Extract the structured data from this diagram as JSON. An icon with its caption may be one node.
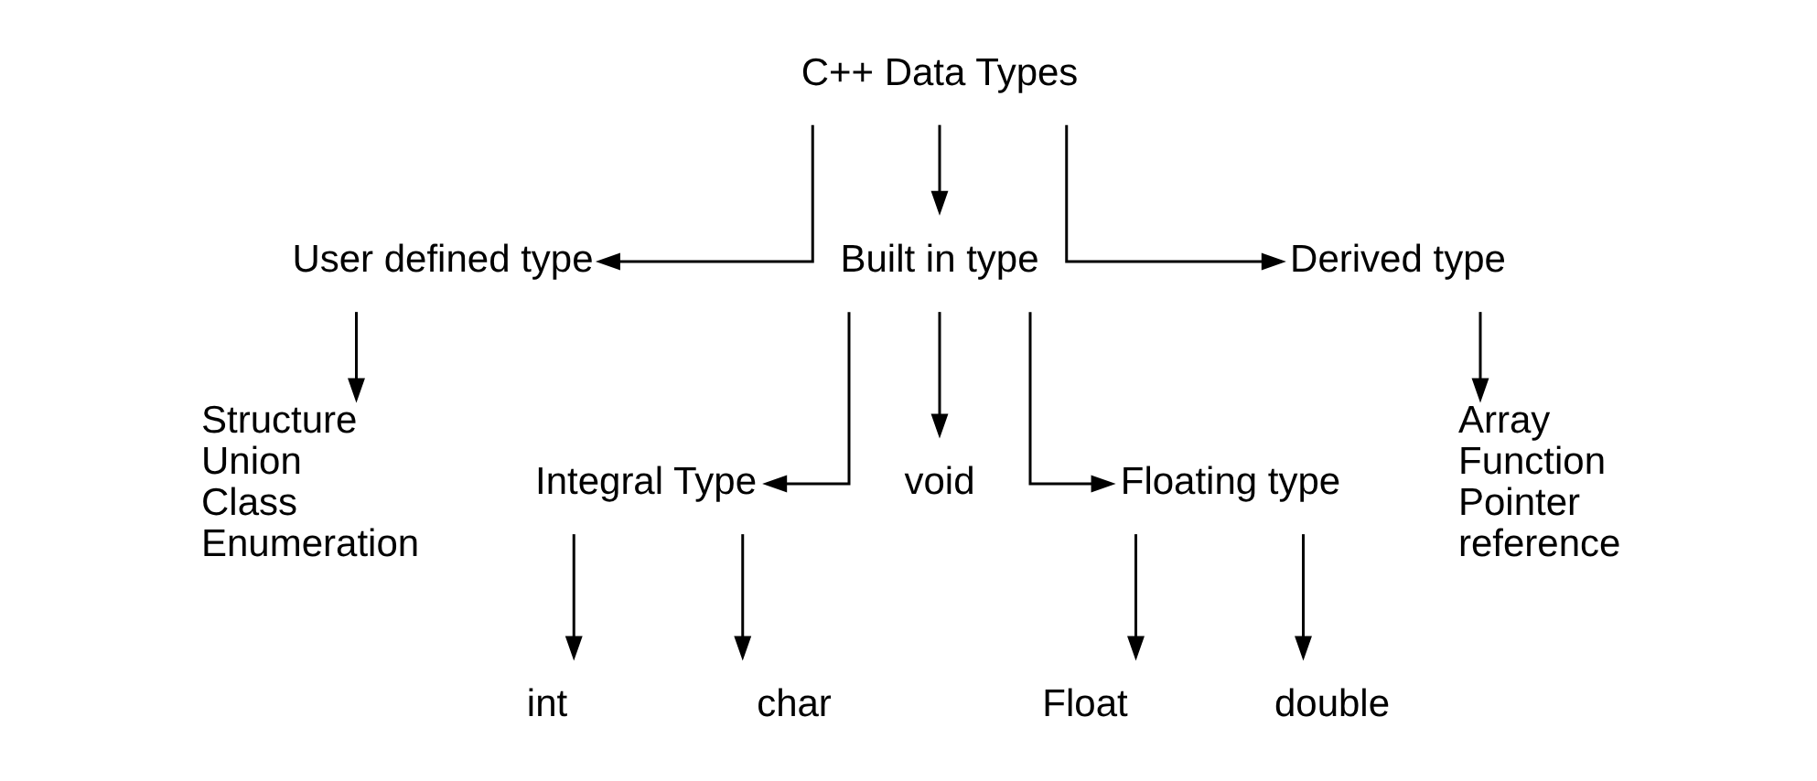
{
  "diagram": {
    "nodes": [
      {
        "text": [
          "C++ Data Types"
        ]
      },
      {
        "text": [
          "User defined type"
        ]
      },
      {
        "text": [
          "Built in type"
        ]
      },
      {
        "text": [
          "Derived type"
        ]
      },
      {
        "text": [
          "Structure",
          "Union",
          "Class",
          "Enumeration"
        ]
      },
      {
        "text": [
          "Array",
          "Function",
          "Pointer",
          "reference"
        ]
      },
      {
        "text": [
          "Integral Type"
        ]
      },
      {
        "text": [
          "void"
        ]
      },
      {
        "text": [
          "Floating type"
        ]
      },
      {
        "text": [
          "int"
        ]
      },
      {
        "text": [
          "char"
        ]
      },
      {
        "text": [
          "Float"
        ]
      },
      {
        "text": [
          "double"
        ]
      }
    ],
    "edges": [
      {
        "from": 0,
        "to": 1,
        "arrow": "to"
      },
      {
        "from": 0,
        "to": 2,
        "arrow": "to"
      },
      {
        "from": 0,
        "to": 3,
        "arrow": "to"
      },
      {
        "from": 1,
        "to": 4,
        "arrow": "to"
      },
      {
        "from": 3,
        "to": 5,
        "arrow": "to"
      },
      {
        "from": 2,
        "to": 6,
        "arrow": "to"
      },
      {
        "from": 2,
        "to": 7,
        "arrow": "to"
      },
      {
        "from": 2,
        "to": 8,
        "arrow": "to"
      },
      {
        "from": 6,
        "to": 9,
        "arrow": "to"
      },
      {
        "from": 6,
        "to": 10,
        "arrow": "to"
      },
      {
        "from": 8,
        "to": 11,
        "arrow": "to"
      },
      {
        "from": 8,
        "to": 12,
        "arrow": "to"
      }
    ]
  }
}
